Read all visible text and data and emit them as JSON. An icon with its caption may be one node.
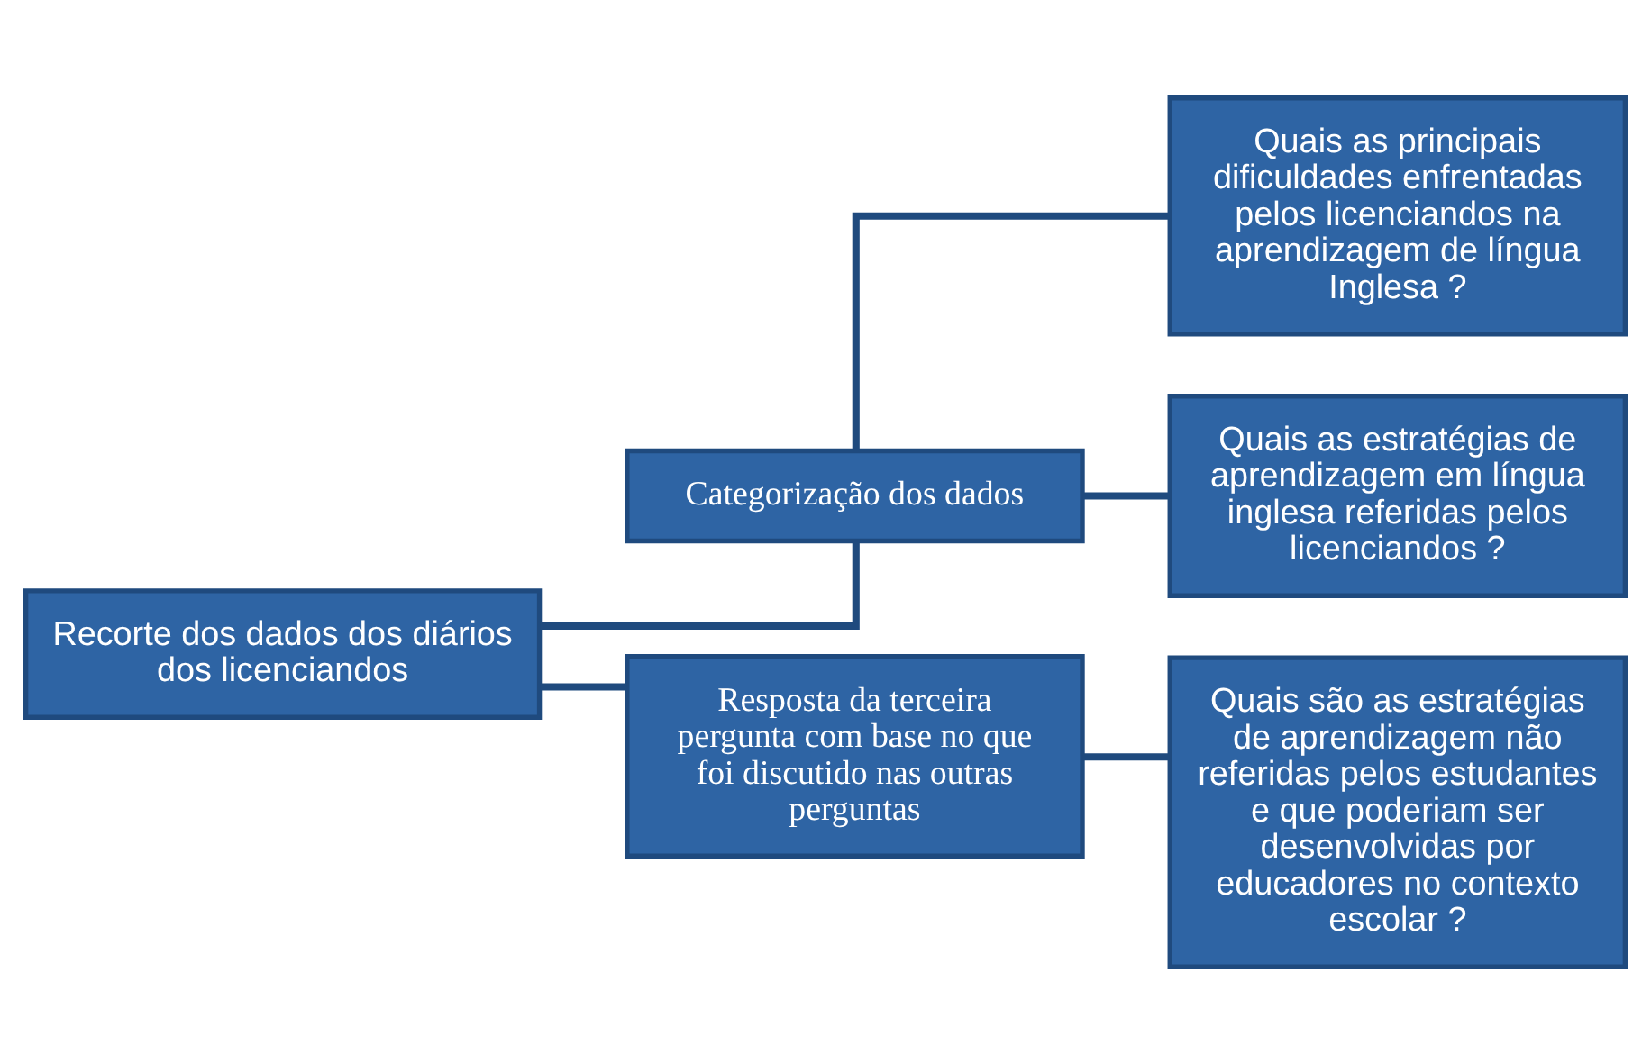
{
  "diagram": {
    "nodes": [
      {
        "text": [
          "Recorte dos dados dos diários dos licenciandos"
        ]
      },
      {
        "text": [
          "Categorização dos dados"
        ]
      },
      {
        "text": [
          "Resposta da terceira pergunta com base no que foi discutido nas outras perguntas"
        ]
      },
      {
        "text": [
          "Quais as principais dificuldades enfrentadas pelos licenciandos na aprendizagem de língua Inglesa ?"
        ]
      },
      {
        "text": [
          "Quais as estratégias de aprendizagem em língua inglesa referidas pelos licenciandos ?"
        ]
      },
      {
        "text": [
          "Quais são as estratégias de aprendizagem não referidas pelos estudantes e que poderiam ser desenvolvidas por educadores no contexto escolar ?"
        ]
      }
    ],
    "edges": [
      {
        "from": 0,
        "to": 1,
        "arrow": "none"
      },
      {
        "from": 0,
        "to": 2,
        "arrow": "none"
      },
      {
        "from": 1,
        "to": 3,
        "arrow": "none"
      },
      {
        "from": 1,
        "to": 4,
        "arrow": "none"
      },
      {
        "from": 2,
        "to": 5,
        "arrow": "none"
      }
    ]
  }
}
